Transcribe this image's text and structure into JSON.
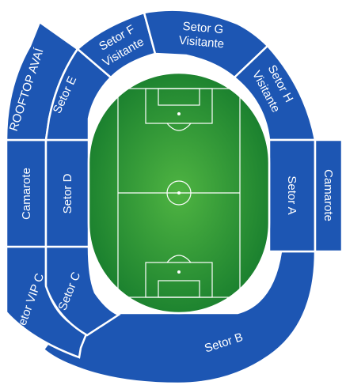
{
  "colors": {
    "sector": "#1d56b3",
    "pitch_center": "#4fb442",
    "pitch_edge": "#147a2c",
    "lines": "#ffffff"
  },
  "sectors": {
    "rooftop": "ROOFTOP AVAÍ",
    "e": "Setor E",
    "f_line1": "Setor F",
    "f_line2": "Visitante",
    "g_line1": "Setor G",
    "g_line2": "Visitante",
    "h_line1": "Setor H",
    "h_line2": "Visitante",
    "camarote_left": "Camarote",
    "d": "Setor D",
    "a": "Setor A",
    "camarote_right": "Camarote",
    "vip_c": "Setor VIP C",
    "c": "Setor C",
    "b": "Setor B"
  }
}
